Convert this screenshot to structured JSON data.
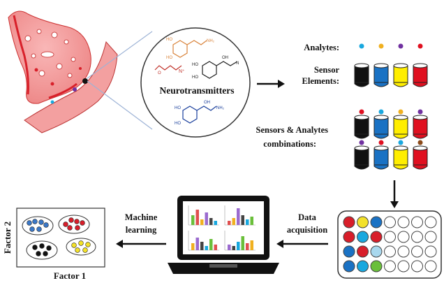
{
  "neuro": {
    "label": "Neurotransmitters"
  },
  "sensors": {
    "analytes_label": "Analytes:",
    "elements_label_1": "Sensor",
    "elements_label_2": "Elements:",
    "combinations_label_1": "Sensors & Analytes",
    "combinations_label_2": "combinations:",
    "tube_colors": [
      "#111111",
      "#1a72c4",
      "#ffee00",
      "#e01020"
    ],
    "analyte_colors": [
      "#19a8df",
      "#f0b020",
      "#7030a0",
      "#e01020"
    ],
    "combo_row1_dots": [
      "#e01020",
      "#19a8df",
      "#f0b020",
      "#7030a0"
    ],
    "combo_row2_dots": [
      "#7030a0",
      "#e01020",
      "#19a8df",
      "#8b4a1a"
    ]
  },
  "steps": {
    "data_acq_1": "Data",
    "data_acq_2": "acquisition",
    "ml_1": "Machine",
    "ml_2": "learning"
  },
  "plot": {
    "xlabel": "Factor 1",
    "ylabel": "Factor 2",
    "clusters": [
      {
        "color": "#3a78c8",
        "count": 6
      },
      {
        "color": "#d81e2a",
        "count": 6
      },
      {
        "color": "#111111",
        "count": 5
      },
      {
        "color": "#f3e12a",
        "count": 5
      }
    ]
  },
  "plate": {
    "rows": [
      [
        "#d81e2a",
        "#f3e12a",
        "#1a72c4",
        "#ffffff",
        "#ffffff",
        "#ffffff",
        "#ffffff"
      ],
      [
        "#d81e2a",
        "#19a8df",
        "#d81e2a",
        "#ffffff",
        "#ffffff",
        "#ffffff",
        "#ffffff"
      ],
      [
        "#1a72c4",
        "#d81e2a",
        "#a9d8ee",
        "#ffffff",
        "#ffffff",
        "#ffffff",
        "#ffffff"
      ],
      [
        "#1a72c4",
        "#19a8df",
        "#6abf3a",
        "#ffffff",
        "#ffffff",
        "#ffffff",
        "#ffffff"
      ]
    ]
  }
}
